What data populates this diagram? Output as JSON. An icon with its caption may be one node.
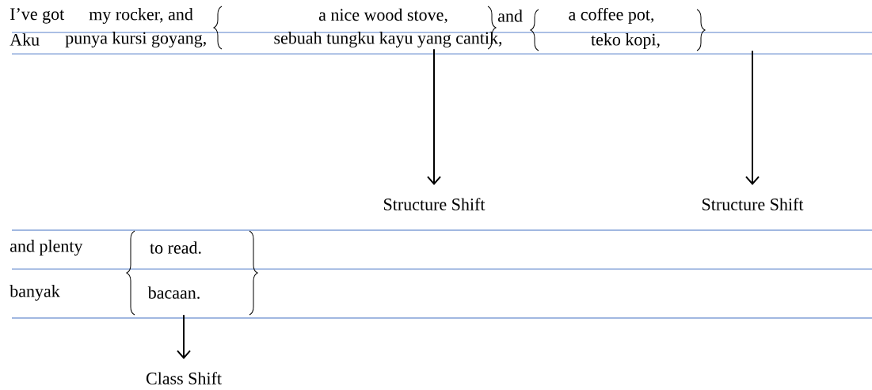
{
  "diagram": {
    "nodes": [
      {
        "text": [
          "a nice wood stove,",
          "sebuah tungku kayu yang cantik,"
        ]
      },
      {
        "text": [
          "a coffee pot,",
          "teko kopi,"
        ]
      },
      {
        "text": [
          "Structure Shift"
        ]
      },
      {
        "text": [
          "Structure Shift"
        ]
      },
      {
        "text": [
          "to read.",
          "bacaan."
        ]
      },
      {
        "text": [
          "Class Shift"
        ]
      }
    ],
    "edges": [
      {
        "from": 0,
        "to": 2,
        "arrow": "to"
      },
      {
        "from": 1,
        "to": 3,
        "arrow": "to"
      },
      {
        "from": 4,
        "to": 5,
        "arrow": "to"
      }
    ],
    "labels": [
      "I’ve got",
      "my rocker, and",
      "and",
      "Aku",
      "punya kursi goyang,",
      "and plenty",
      "banyak"
    ]
  }
}
